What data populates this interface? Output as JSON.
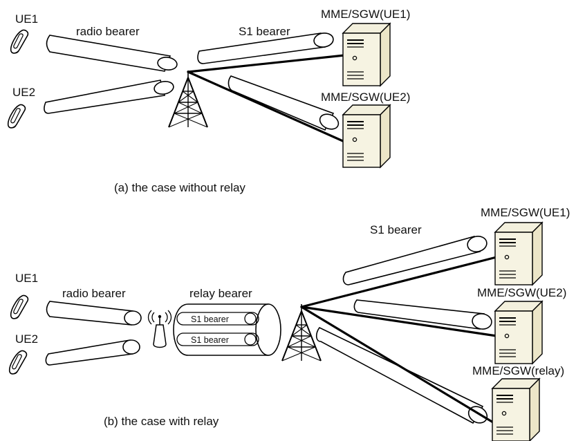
{
  "panel_a": {
    "ue1_label": "UE1",
    "ue2_label": "UE2",
    "radio_bearer_label": "radio bearer",
    "s1_bearer_label": "S1 bearer",
    "server_ue1_label": "MME/SGW(UE1)",
    "server_ue2_label": "MME/SGW(UE2)",
    "caption": "(a) the case without relay"
  },
  "panel_b": {
    "ue1_label": "UE1",
    "ue2_label": "UE2",
    "radio_bearer_label": "radio bearer",
    "relay_bearer_label": "relay bearer",
    "inner_bearer_1_label": "S1 bearer",
    "inner_bearer_2_label": "S1 bearer",
    "s1_bearer_label": "S1 bearer",
    "server_ue1_label": "MME/SGW(UE1)",
    "server_ue2_label": "MME/SGW(UE2)",
    "server_relay_label": "MME/SGW(relay)",
    "caption": "(b) the case with relay"
  }
}
